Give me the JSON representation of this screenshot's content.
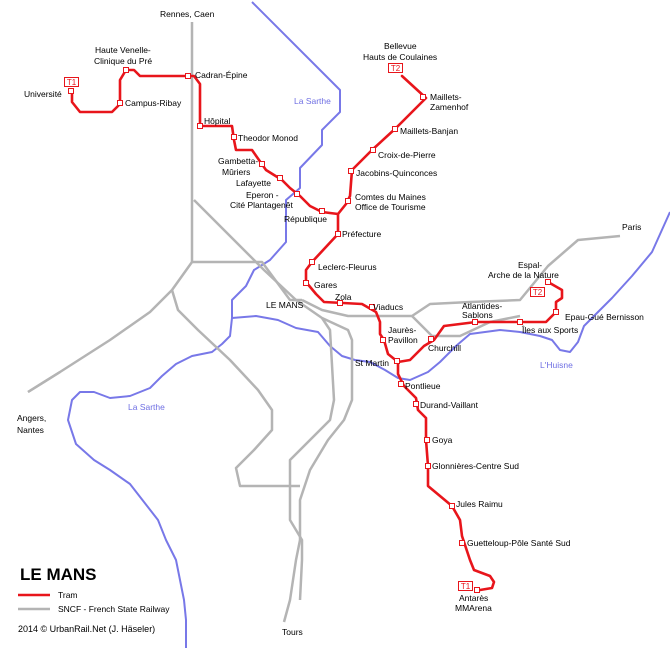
{
  "colors": {
    "tram": "#e8151b",
    "rail": "#b4b4b4",
    "river": "#7878e8",
    "river_label": "#6f6fe3"
  },
  "title": "LE MANS",
  "legend": {
    "tram": "Tram",
    "rail": "SNCF - French State Railway"
  },
  "credit": "2014 © UrbanRail.Net (J. Häseler)",
  "rivers": {
    "sarthe_north": "La Sarthe",
    "sarthe_south": "La Sarthe",
    "huisne": "L'Huisne"
  },
  "rail_destinations": {
    "rennes": "Rennes, Caen",
    "paris": "Paris",
    "angers": [
      "Angers,",
      "Nantes"
    ],
    "tours": "Tours"
  },
  "city_label": "LE MANS",
  "terminus_badges": {
    "t1_west": "T1",
    "t2_north": "T2",
    "t2_east": "T2",
    "t1_south": "T1"
  },
  "stations": {
    "universite": "Université",
    "haute_venelle": [
      "Haute Venelle-",
      "Clinique du Pré"
    ],
    "campus_ribay": "Campus-Ribay",
    "cadran_epine": "Cadran-Épine",
    "hopital": "Hôpital",
    "theodor_monod": "Theodor Monod",
    "gambetta": [
      "Gambetta-",
      "Mûriers"
    ],
    "lafayette": "Lafayette",
    "eperon": [
      "Eperon -",
      "Cité Plantagenêt"
    ],
    "republique": "République",
    "bellevue": [
      "Bellevue",
      "Hauts de Coulaines"
    ],
    "maillets_zamenhof": [
      "Maillets-",
      "Zamenhof"
    ],
    "maillets_banjan": "Maillets-Banjan",
    "croix_de_pierre": "Croix-de-Pierre",
    "jacobins": "Jacobins-Quinconces",
    "comtes_du_maine": [
      "Comtes du Maines",
      "Office de Tourisme"
    ],
    "prefecture": "Préfecture",
    "leclerc_fleurus": "Leclerc-Fleurus",
    "gares": "Gares",
    "zola": "Zola",
    "viaducs": "Viaducs",
    "jaures_pavillon": [
      "Jaurès-",
      "Pavillon"
    ],
    "st_martin": "St Martin",
    "churchill": "Churchill",
    "atlantides": [
      "Atlantides-",
      "Sablons"
    ],
    "espal": [
      "Espal-",
      "Arche de la Nature"
    ],
    "epau": "Epau-Gué Bernisson",
    "iles_aux_sports": "Îles aux Sports",
    "pontlieue": "Pontlieue",
    "durand_vaillant": "Durand-Vaillant",
    "goya": "Goya",
    "glonnieres": "Glonnières-Centre Sud",
    "jules_raimu": "Jules Raimu",
    "guetteloup": "Guetteloup-Pôle Santé Sud",
    "antares": [
      "Antarès",
      "MMArena"
    ]
  }
}
